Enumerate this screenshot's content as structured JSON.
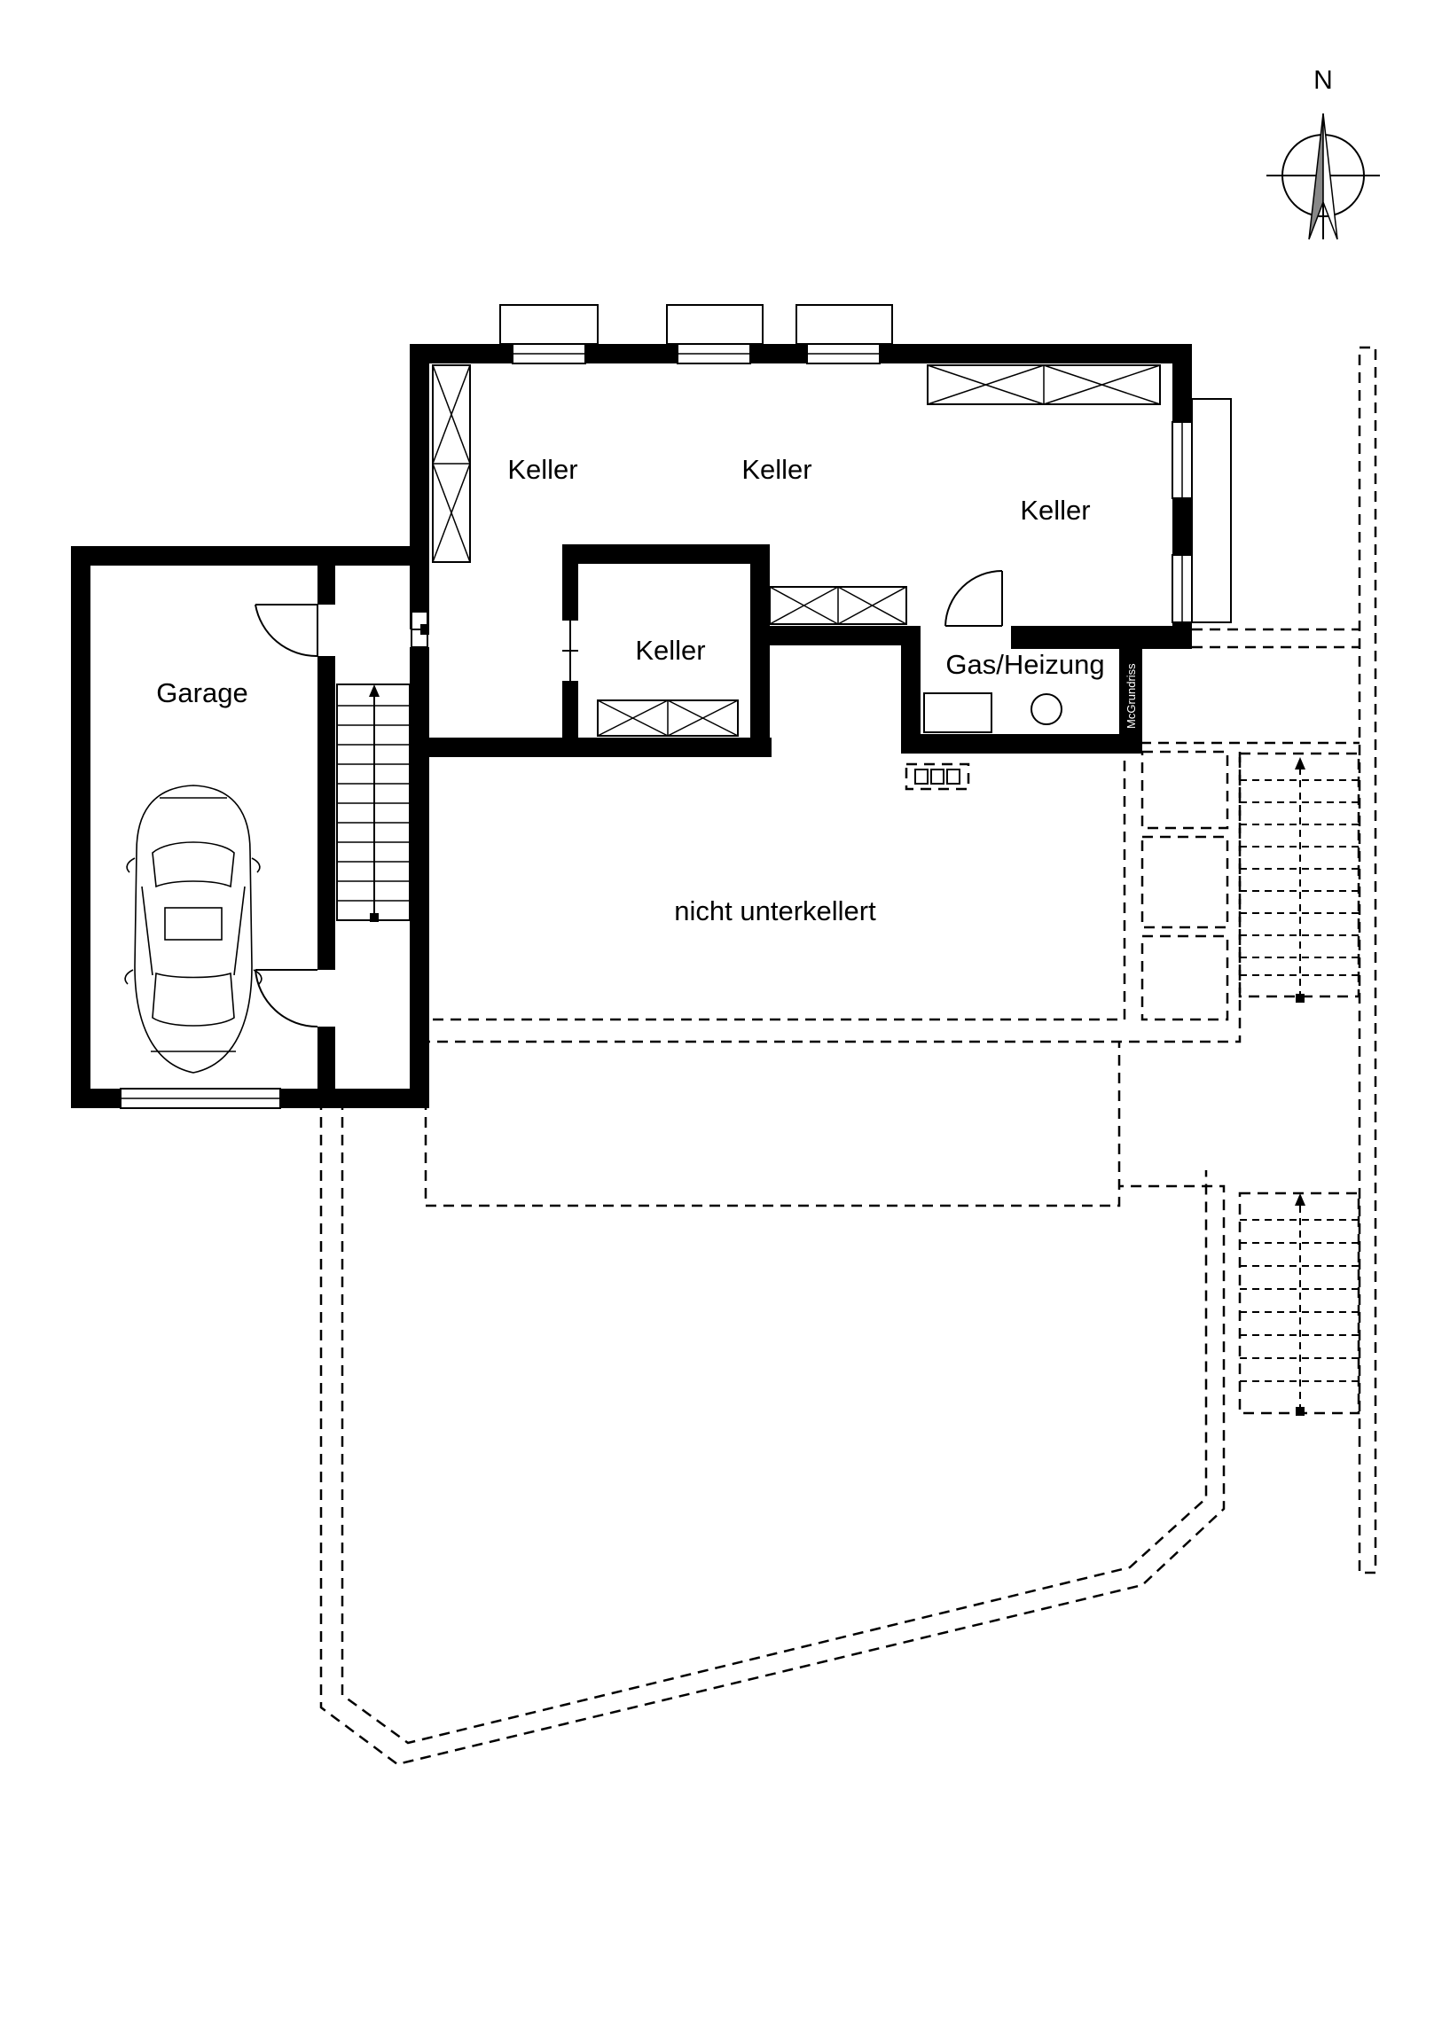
{
  "compass": {
    "label": "N"
  },
  "rooms": {
    "keller_1": "Keller",
    "keller_2": "Keller",
    "keller_3": "Keller",
    "keller_4": "Keller",
    "garage": "Garage",
    "gas_heizung": "Gas/Heizung",
    "nicht_unterkellert": "nicht unterkellert"
  },
  "credit": "McGrundriss",
  "colors": {
    "walls": "#000000",
    "background": "#ffffff"
  }
}
